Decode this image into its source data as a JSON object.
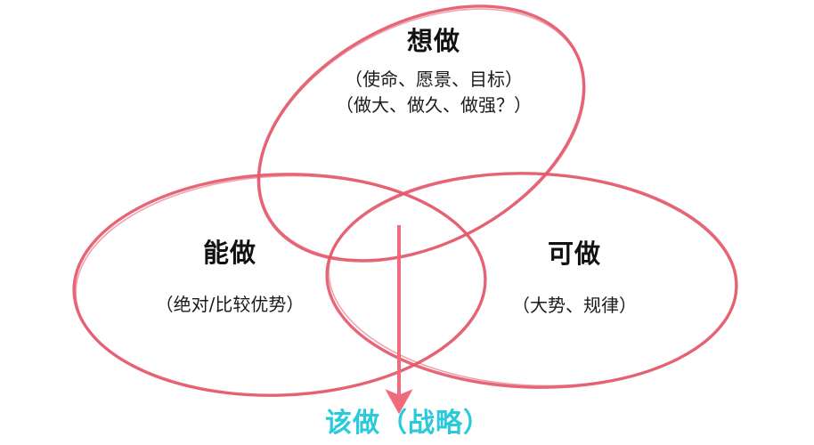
{
  "diagram": {
    "type": "venn-three-circle",
    "background_color": "#ffffff",
    "circle_stroke_color": "#e4596b",
    "arrow_color": "#ef6b7b",
    "title_text_color": "#111111",
    "conclusion_color": "#29cada",
    "sets": [
      {
        "id": "top",
        "position": "top",
        "title": "想做",
        "subtitle_lines": [
          "（使命、愿景、目标）",
          "（做大、做久、做强？）"
        ]
      },
      {
        "id": "left",
        "position": "left",
        "title": "能做",
        "subtitle_lines": [
          "（绝对/比较优势）"
        ]
      },
      {
        "id": "right",
        "position": "right",
        "title": "可做",
        "subtitle_lines": [
          "（大势、规律）"
        ]
      }
    ],
    "intersection": {
      "arrow": "down-arrow-icon",
      "conclusion": "该做（战略）"
    }
  }
}
